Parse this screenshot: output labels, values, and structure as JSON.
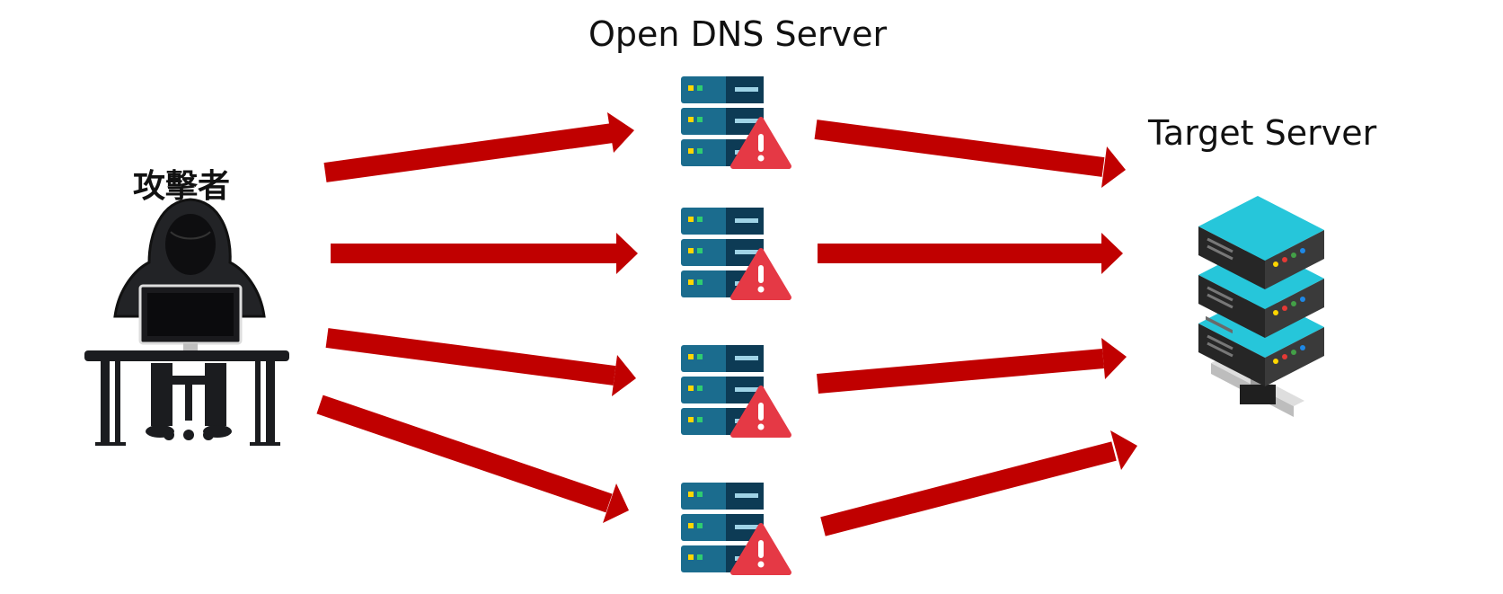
{
  "labels": {
    "attacker": "攻擊者",
    "dns_server_title": "Open DNS Server",
    "target_server_title": "Target Server"
  },
  "colors": {
    "arrow": "#c00000",
    "rack_dark": "#0d3b55",
    "rack_mid": "#1b6c8e",
    "warning": "#e53945",
    "target_top": "#26c6da",
    "target_body": "#2b2b2b"
  },
  "icons": {
    "attacker": "hooded-hacker-at-desk-icon",
    "dns_server": "server-rack-warning-icon",
    "target_server": "stacked-server-network-icon"
  }
}
